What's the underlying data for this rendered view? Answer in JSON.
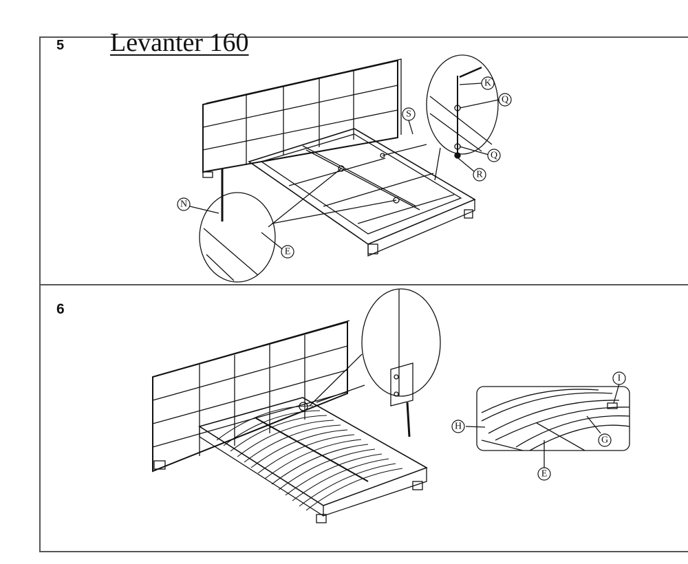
{
  "document": {
    "title": "Levanter 160",
    "steps": [
      {
        "number": "5",
        "callouts": [
          "K",
          "Q",
          "S",
          "Q",
          "R",
          "N",
          "E"
        ]
      },
      {
        "number": "6",
        "callouts": [
          "I",
          "H",
          "G",
          "E"
        ]
      }
    ]
  }
}
